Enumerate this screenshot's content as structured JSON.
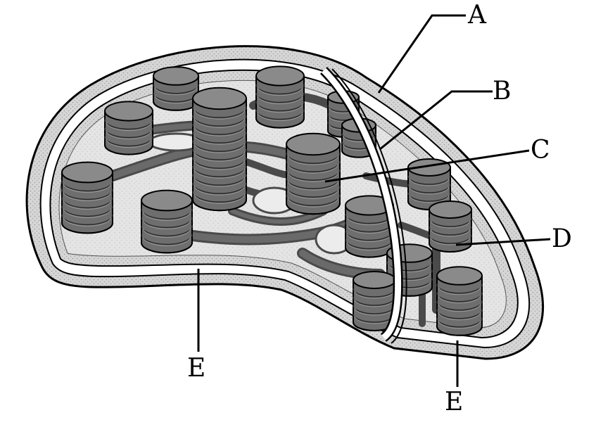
{
  "labels": {
    "a": "A",
    "b": "B",
    "c": "C",
    "d": "D",
    "e_left": "E",
    "e_right": "E"
  },
  "colors": {
    "outer_membrane": "#d4d4d4",
    "stroma": "#e6e6e6",
    "granum": "#6e6e6e",
    "granum_top": "#8a8a8a",
    "lamella": "#5a5a5a",
    "outline": "#000000",
    "gap": "#ffffff"
  }
}
